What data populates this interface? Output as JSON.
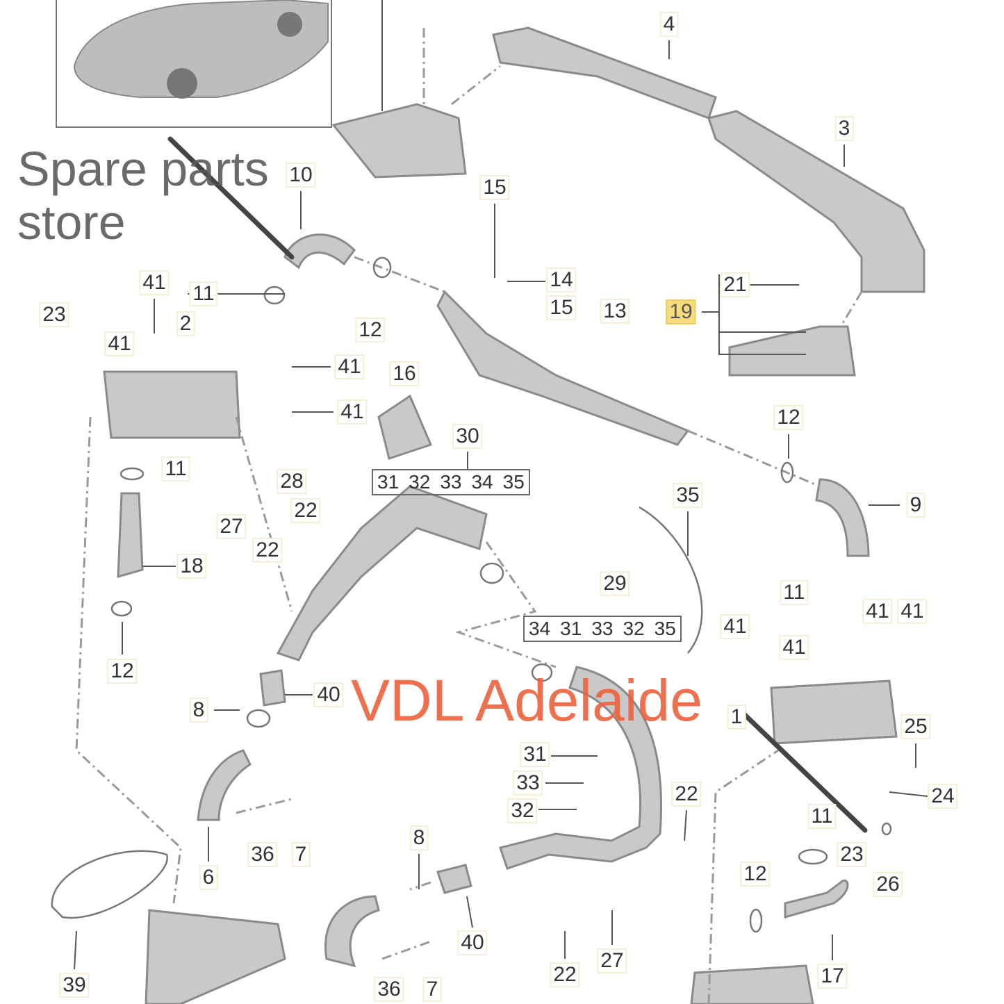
{
  "diagram": {
    "callouts": [
      "4",
      "3",
      "10",
      "15",
      "14",
      "15",
      "13",
      "21",
      "19",
      "41",
      "11",
      "2",
      "23",
      "41",
      "12",
      "41",
      "16",
      "41",
      "12",
      "30",
      "11",
      "28",
      "9",
      "35",
      "22",
      "27",
      "22",
      "18",
      "29",
      "11",
      "41",
      "41",
      "41",
      "41",
      "12",
      "40",
      "8",
      "1",
      "25",
      "31",
      "33",
      "32",
      "22",
      "24",
      "36",
      "7",
      "11",
      "23",
      "6",
      "8",
      "26",
      "12",
      "40",
      "27",
      "22",
      "17",
      "39",
      "36",
      "7"
    ],
    "highlighted": "19",
    "group_a": [
      "31",
      "32",
      "33",
      "34",
      "35"
    ],
    "group_b": [
      "34",
      "31",
      "33",
      "32",
      "35"
    ]
  },
  "watermark": {
    "brand": "VDL Adelaide",
    "tagline": "Spare parts store",
    "brand_color": "#ec603c"
  }
}
